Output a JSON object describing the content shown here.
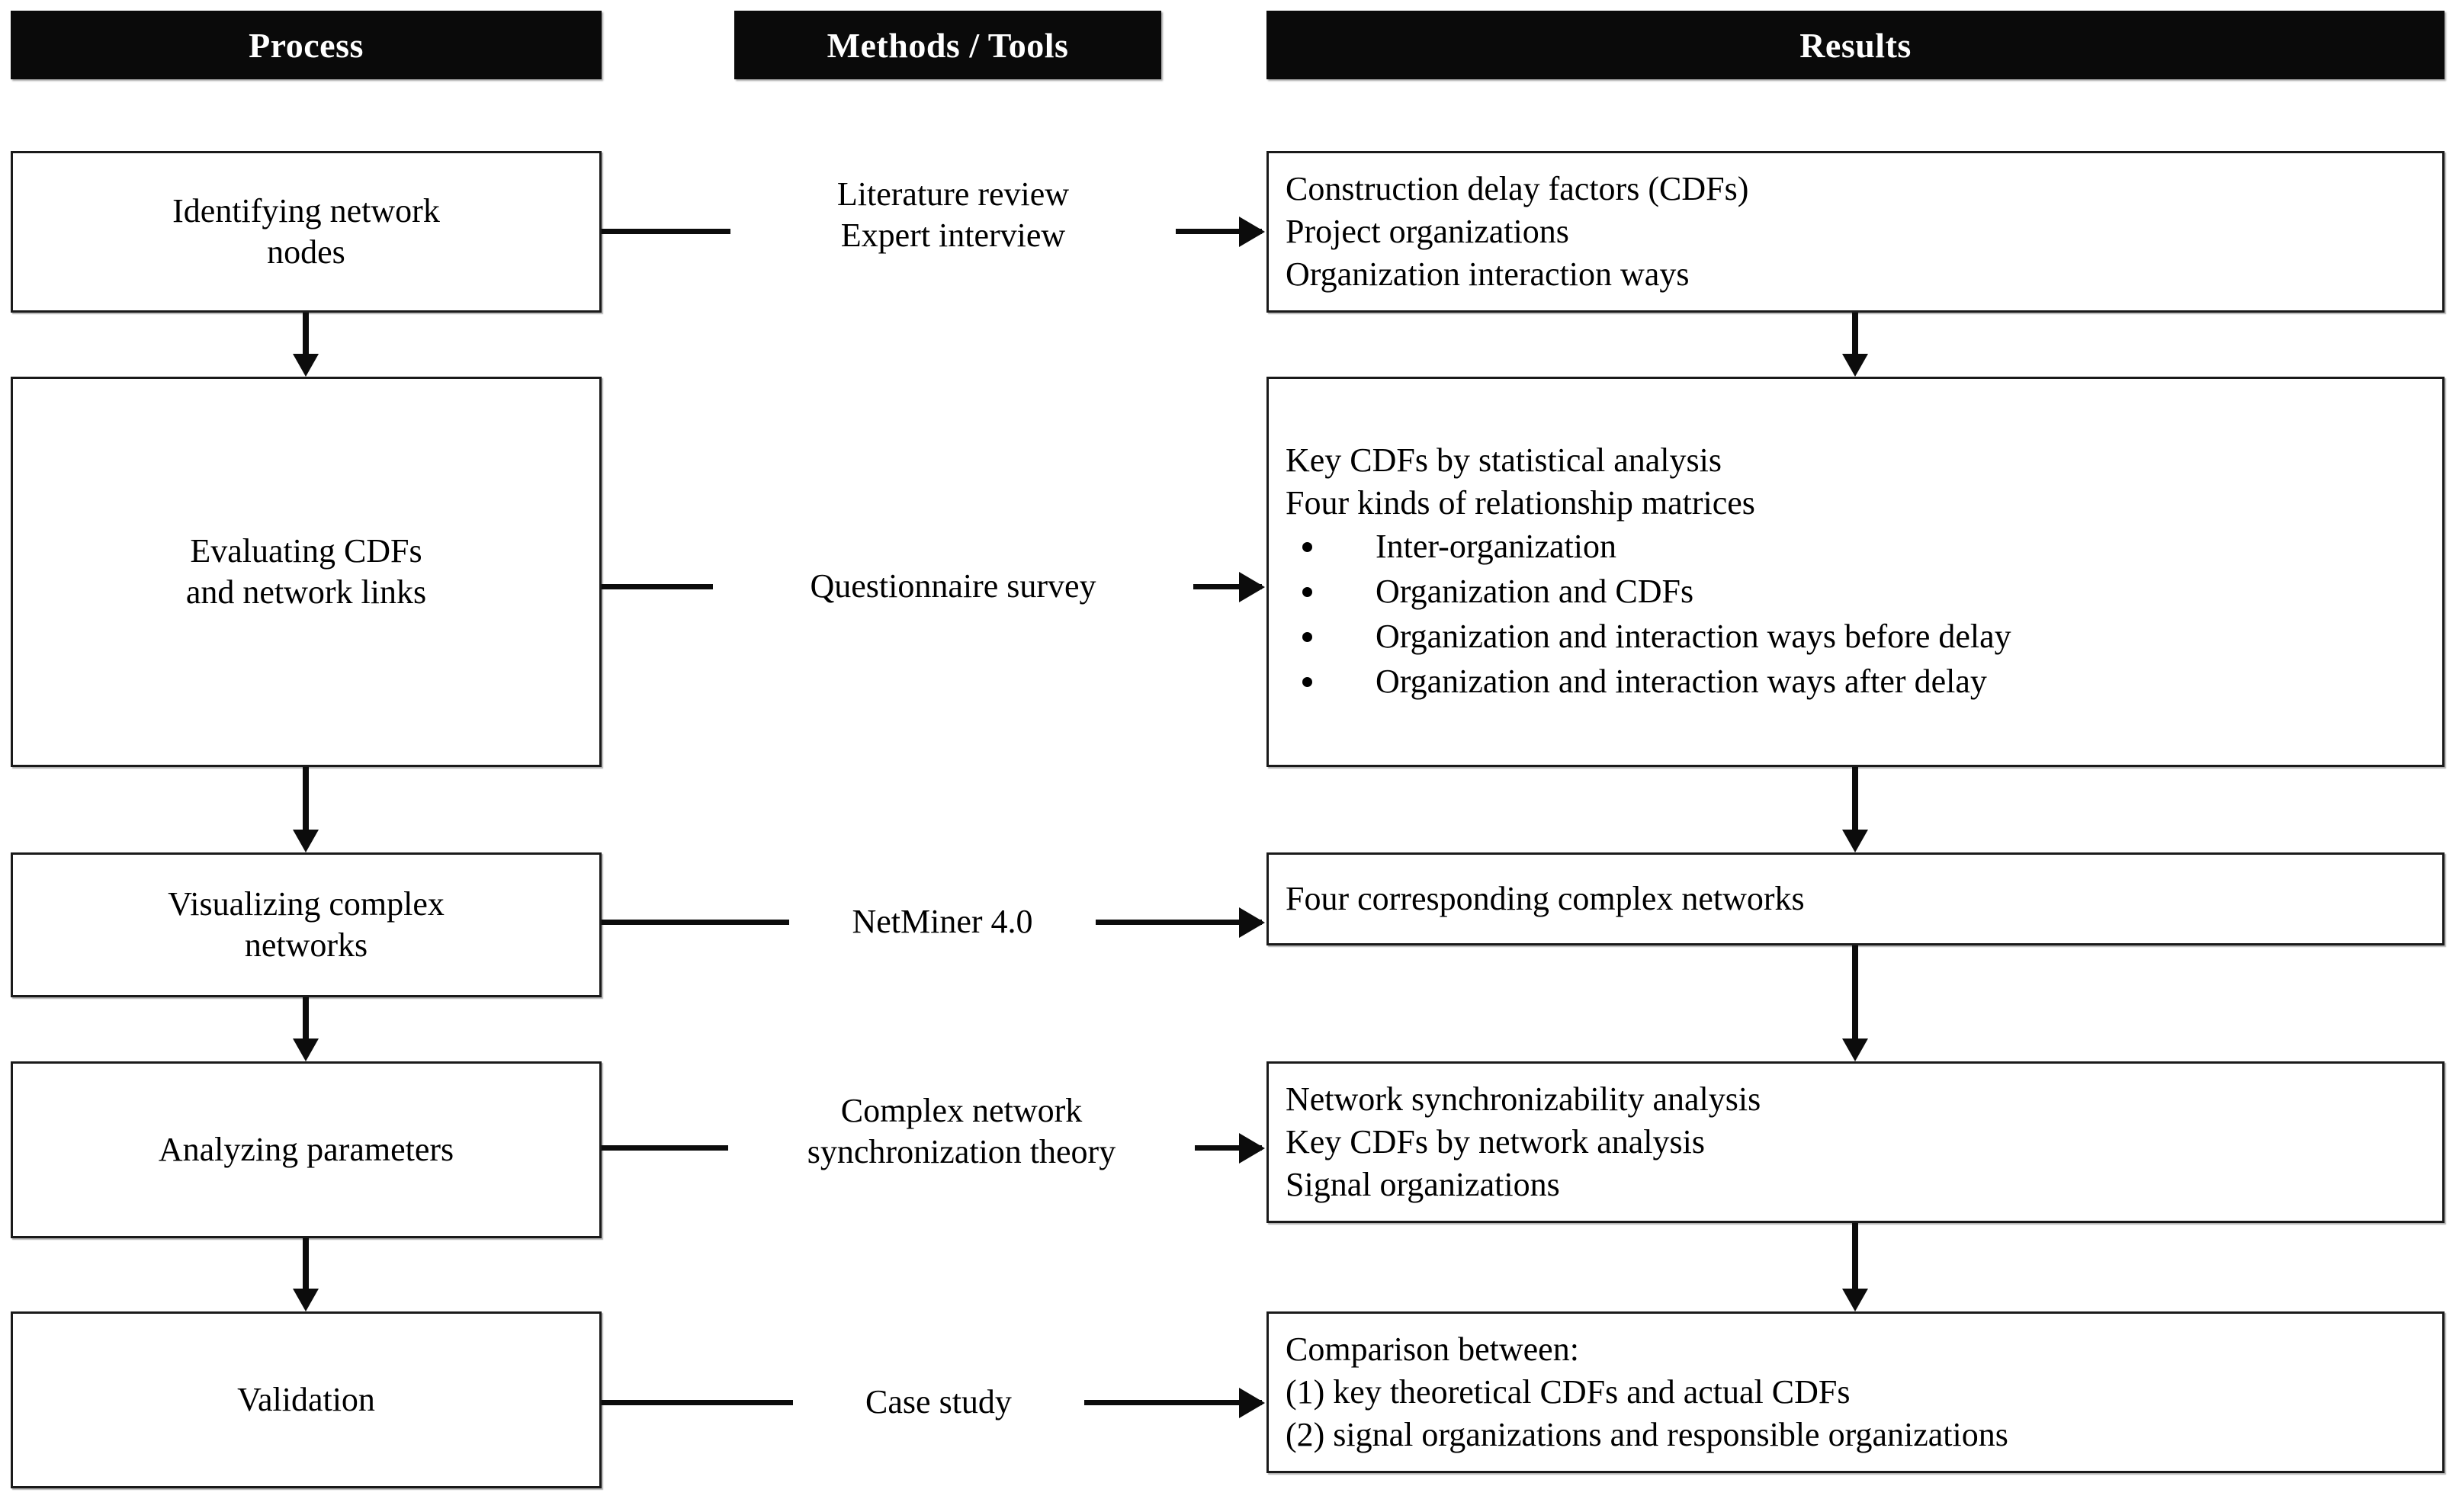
{
  "figure": {
    "title": "Research framework flowchart",
    "colors": {
      "header_bg": "#0a0a0a",
      "header_text": "#ffffff",
      "box_border": "#1a1a1a",
      "arrow": "#0c0c0c",
      "page_bg": "#ffffff"
    }
  },
  "headers": {
    "process": "Process",
    "methods": "Methods / Tools",
    "results": "Results"
  },
  "process_steps": [
    {
      "id": "identifying",
      "line1": "Identifying network",
      "line2": "nodes"
    },
    {
      "id": "evaluating",
      "line1": "Evaluating CDFs",
      "line2": "and network links"
    },
    {
      "id": "visualizing",
      "line1": "Visualizing complex",
      "line2": "networks"
    },
    {
      "id": "analyzing",
      "line1": "Analyzing parameters",
      "line2": ""
    },
    {
      "id": "validation",
      "line1": "Validation",
      "line2": ""
    }
  ],
  "methods": [
    {
      "id": "m1",
      "line1": "Literature review",
      "line2": "Expert interview"
    },
    {
      "id": "m2",
      "line1": "Questionnaire survey",
      "line2": ""
    },
    {
      "id": "m3",
      "line1": "NetMiner 4.0",
      "line2": ""
    },
    {
      "id": "m4",
      "line1": "Complex network",
      "line2": "synchronization theory"
    },
    {
      "id": "m5",
      "line1": "Case study",
      "line2": ""
    }
  ],
  "results": [
    {
      "id": "r1",
      "lines": [
        "Construction delay factors (CDFs)",
        "Project organizations",
        "Organization interaction ways"
      ],
      "bullets": []
    },
    {
      "id": "r2",
      "lines": [
        "Key CDFs by statistical analysis",
        "Four kinds of relationship matrices"
      ],
      "bullets": [
        "Inter-organization",
        "Organization and CDFs",
        "Organization and interaction ways before delay",
        "Organization and interaction ways after delay"
      ]
    },
    {
      "id": "r3",
      "lines": [
        "Four corresponding complex networks"
      ],
      "bullets": []
    },
    {
      "id": "r4",
      "lines": [
        "Network synchronizability analysis",
        "Key CDFs by network analysis",
        "Signal organizations"
      ],
      "bullets": []
    },
    {
      "id": "r5",
      "lines": [
        "Comparison between:",
        "(1) key theoretical CDFs and actual CDFs",
        "(2) signal organizations and responsible organizations"
      ],
      "bullets": []
    }
  ]
}
